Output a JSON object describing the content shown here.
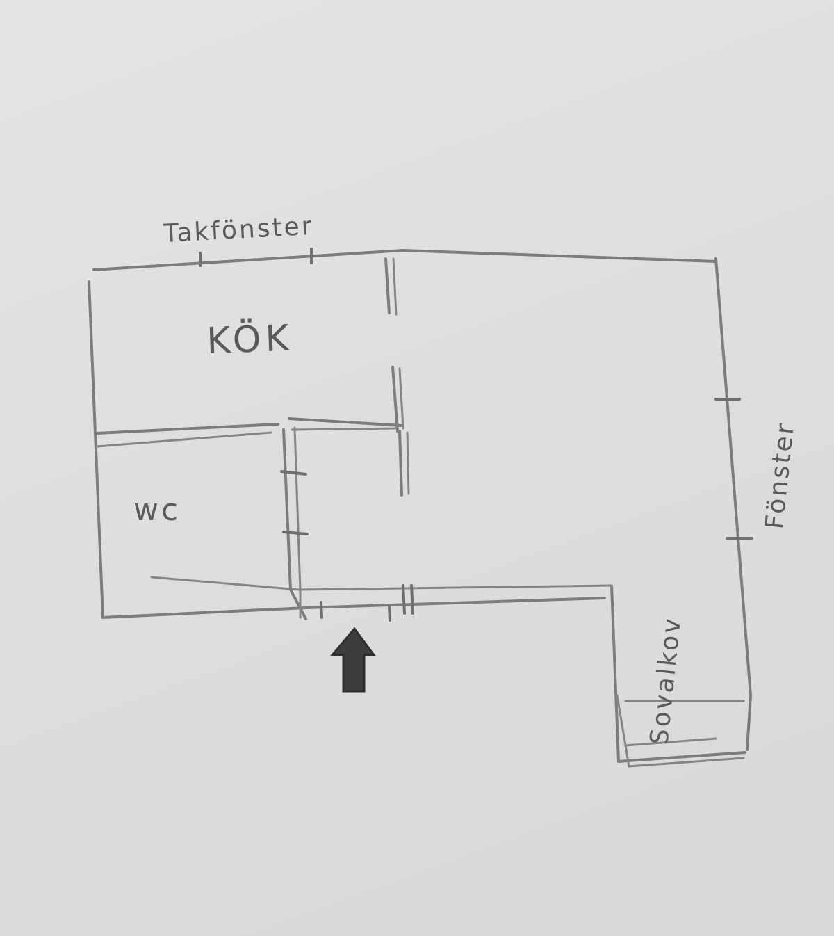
{
  "labels": {
    "takfonster": "Takfönster",
    "kok": "KÖK",
    "wc": "wc",
    "fonster": "Fönster",
    "sovalkov": "Sovalkov"
  },
  "colors": {
    "paper": "#dfdfdd",
    "pencil": "#7c7c7c",
    "arrow": "#3d3d3d"
  },
  "icons": {
    "entrance": "up-arrow-icon"
  }
}
